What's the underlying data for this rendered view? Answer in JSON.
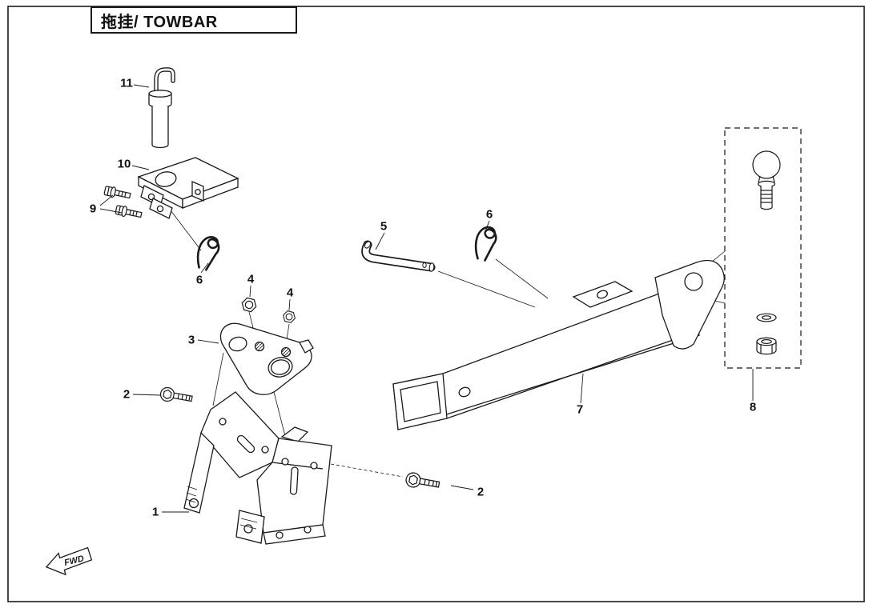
{
  "ink": "#1a1a1a",
  "background": "#ffffff",
  "title": "拖挂/ TOWBAR",
  "direction_arrow": {
    "label": "FWD"
  },
  "callouts": [
    {
      "num": "11"
    },
    {
      "num": "10"
    },
    {
      "num": "9"
    },
    {
      "num": "6"
    },
    {
      "num": "4"
    },
    {
      "num": "4"
    },
    {
      "num": "3"
    },
    {
      "num": "2"
    },
    {
      "num": "1"
    },
    {
      "num": "2"
    },
    {
      "num": "5"
    },
    {
      "num": "6"
    },
    {
      "num": "7"
    },
    {
      "num": "8"
    }
  ]
}
